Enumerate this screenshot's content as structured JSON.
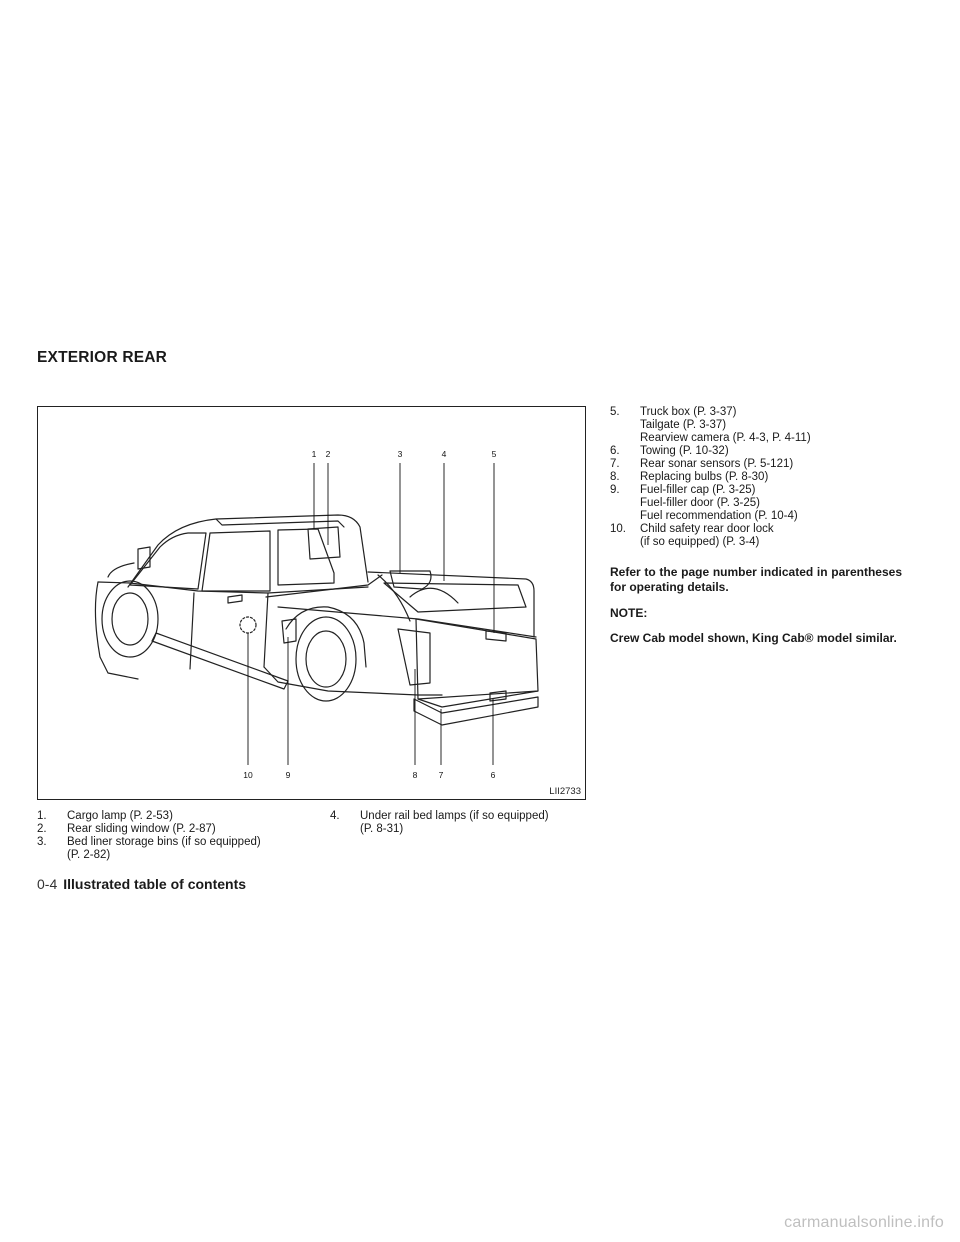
{
  "section_title": "EXTERIOR REAR",
  "figure": {
    "id": "LII2733",
    "callouts": [
      "1",
      "2",
      "3",
      "4",
      "5",
      "6",
      "7",
      "8",
      "9",
      "10"
    ]
  },
  "items": [
    {
      "num": "1.",
      "lines": [
        "Cargo lamp (P. 2-53)"
      ]
    },
    {
      "num": "2.",
      "lines": [
        "Rear sliding window (P. 2-87)"
      ]
    },
    {
      "num": "3.",
      "lines": [
        "Bed liner storage bins (if so equipped)",
        "(P. 2-82)"
      ]
    },
    {
      "num": "4.",
      "lines": [
        "Under rail bed lamps (if so equipped)",
        "(P. 8-31)"
      ]
    },
    {
      "num": "5.",
      "lines": [
        "Truck box (P. 3-37)",
        "Tailgate (P. 3-37)",
        "Rearview camera (P. 4-3, P. 4-11)"
      ]
    },
    {
      "num": "6.",
      "lines": [
        "Towing (P. 10-32)"
      ]
    },
    {
      "num": "7.",
      "lines": [
        "Rear sonar sensors (P. 5-121)"
      ]
    },
    {
      "num": "8.",
      "lines": [
        "Replacing bulbs (P. 8-30)"
      ]
    },
    {
      "num": "9.",
      "lines": [
        "Fuel-filler cap (P. 3-25)",
        "Fuel-filler door (P. 3-25)",
        "Fuel recommendation (P. 10-4)"
      ]
    },
    {
      "num": "10.",
      "lines": [
        "Child safety rear door lock",
        "(if so equipped) (P. 3-4)"
      ]
    }
  ],
  "notes": {
    "refer": "Refer to the page number indicated in parentheses for operating details.",
    "label": "NOTE:",
    "body": "Crew Cab model shown, King Cab® model similar."
  },
  "footer": {
    "page": "0-4",
    "title": "Illustrated table of contents"
  },
  "watermark": "carmanualsonline.info"
}
